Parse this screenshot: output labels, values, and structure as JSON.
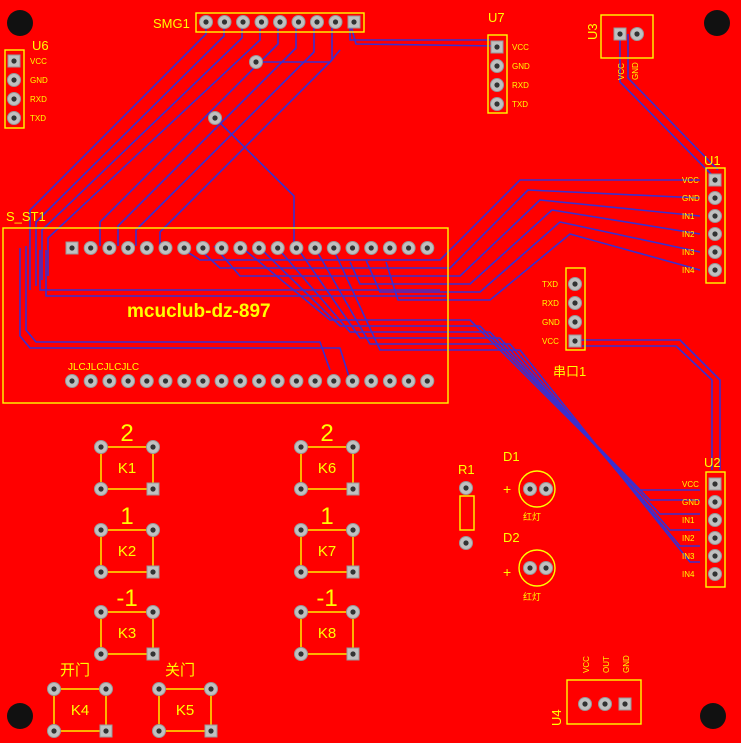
{
  "board": {
    "bg_color": "#ff0000",
    "silk_color": "#ffff00",
    "trace_color": "#3a2fd0",
    "pad_color": "#c0c0c0",
    "title": "mcuclub-dz-897"
  },
  "designators": {
    "smg1": "SMG1",
    "u6": "U6",
    "u7": "U7",
    "u3": "U3",
    "u1": "U1",
    "s_st1": "S_ST1",
    "u2": "U2",
    "r1": "R1",
    "d1": "D1",
    "d2": "D2",
    "u4": "U4",
    "serial": "串口1",
    "jlc": "JLCJLCJLCJLC"
  },
  "pin_labels": {
    "u6": [
      "VCC",
      "GND",
      "RXD",
      "TXD"
    ],
    "u7": [
      "VCC",
      "GND",
      "RXD",
      "TXD"
    ],
    "u3": [
      "VCC",
      "GND"
    ],
    "u1": [
      "VCC",
      "GND",
      "IN1",
      "IN2",
      "IN3",
      "IN4"
    ],
    "u2": [
      "VCC",
      "GND",
      "IN1",
      "IN2",
      "IN3",
      "IN4"
    ],
    "serial": [
      "TXD",
      "RXD",
      "GND",
      "VCC"
    ],
    "u4": [
      "VCC",
      "OUT",
      "GND"
    ]
  },
  "buttons": [
    {
      "ref": "K1",
      "value": "2"
    },
    {
      "ref": "K2",
      "value": "1"
    },
    {
      "ref": "K3",
      "value": "-1"
    },
    {
      "ref": "K6",
      "value": "2"
    },
    {
      "ref": "K7",
      "value": "1"
    },
    {
      "ref": "K8",
      "value": "-1"
    },
    {
      "ref": "K4",
      "value": "开门"
    },
    {
      "ref": "K5",
      "value": "关门"
    }
  ],
  "leds": {
    "d1_label": "红灯",
    "d2_label": "红灯",
    "plus": "+"
  }
}
